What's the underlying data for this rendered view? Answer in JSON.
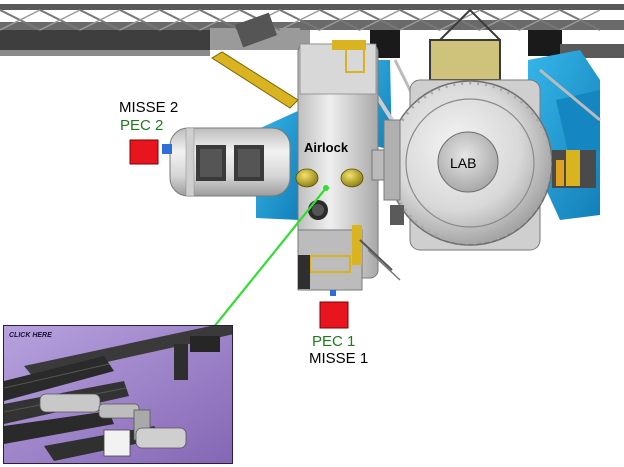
{
  "labels": {
    "misse2": "MISSE 2",
    "pec2": "PEC 2",
    "airlock": "Airlock",
    "lab": "LAB",
    "pec1": "PEC 1",
    "misse1": "MISSE 1"
  },
  "inset": {
    "caption": "CLICK HERE"
  },
  "colors": {
    "pec_box": "#e8141e",
    "pointer_line": "#33dd33",
    "solar_panel": "#1e9fd8",
    "truss_gray": "#4a4a4a",
    "module_gray": "#d0d0d0",
    "inset_purple": "#9b84c8",
    "label_green": "#1f7a1f"
  }
}
